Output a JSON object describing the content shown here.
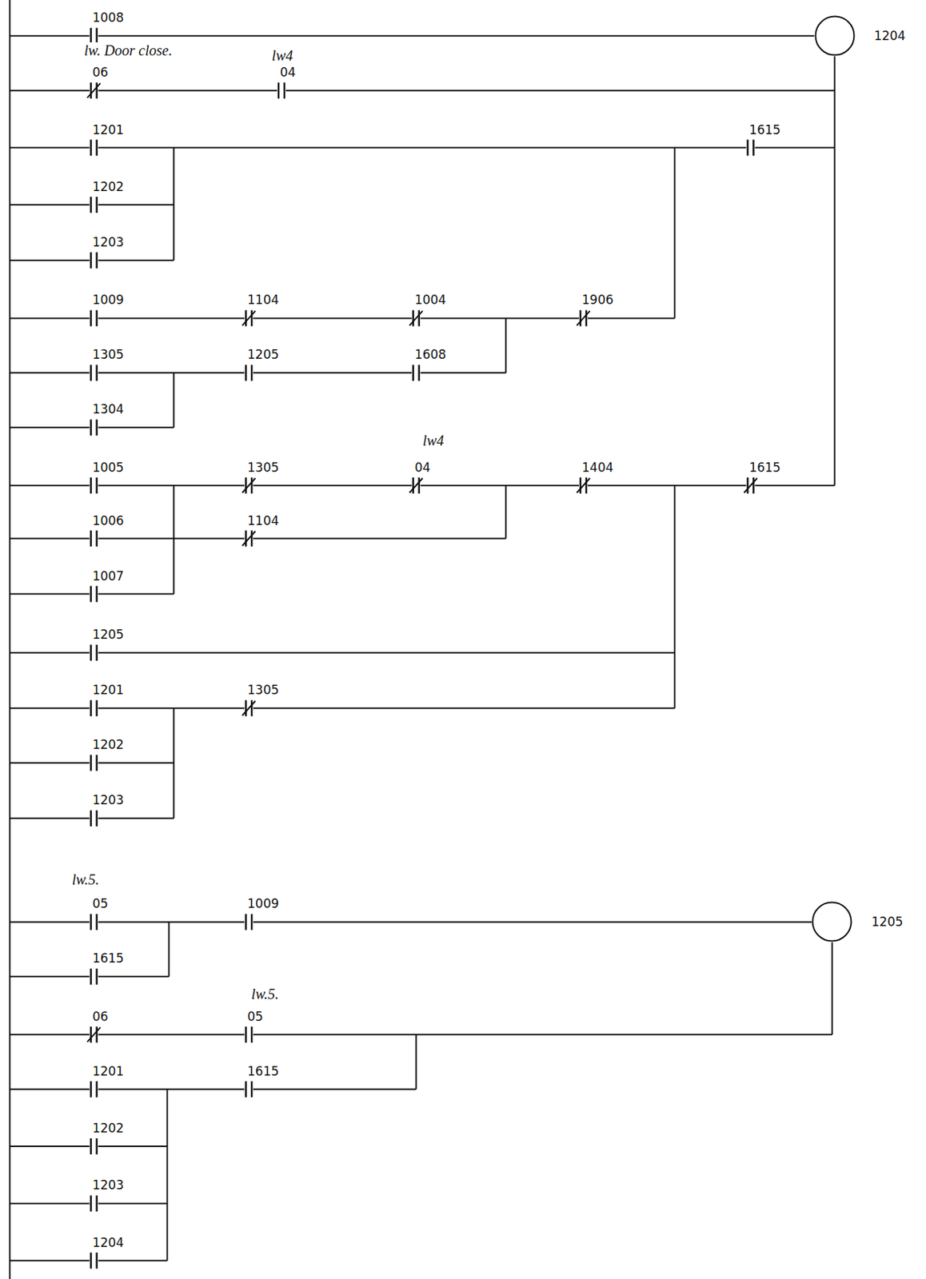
{
  "diagram": {
    "nodes": [
      {
        "text": [
          "1204"
        ]
      },
      {
        "text": [
          "1205"
        ]
      }
    ],
    "labels": [
      "1008",
      "lw. Door close.",
      "06",
      "lw4",
      "04",
      "1201",
      "1615",
      "1202",
      "1203",
      "1009",
      "1104",
      "1004",
      "1906",
      "1305",
      "1205",
      "1608",
      "1304",
      "lw4",
      "1005",
      "1305",
      "04",
      "1404",
      "1615",
      "1006",
      "1104",
      "1007",
      "1205",
      "1201",
      "1305",
      "1202",
      "1203",
      "lw.5.",
      "05",
      "1009",
      "1615",
      "lw.5.",
      "06",
      "05",
      "1201",
      "1615",
      "1202",
      "1203",
      "1204"
    ]
  }
}
